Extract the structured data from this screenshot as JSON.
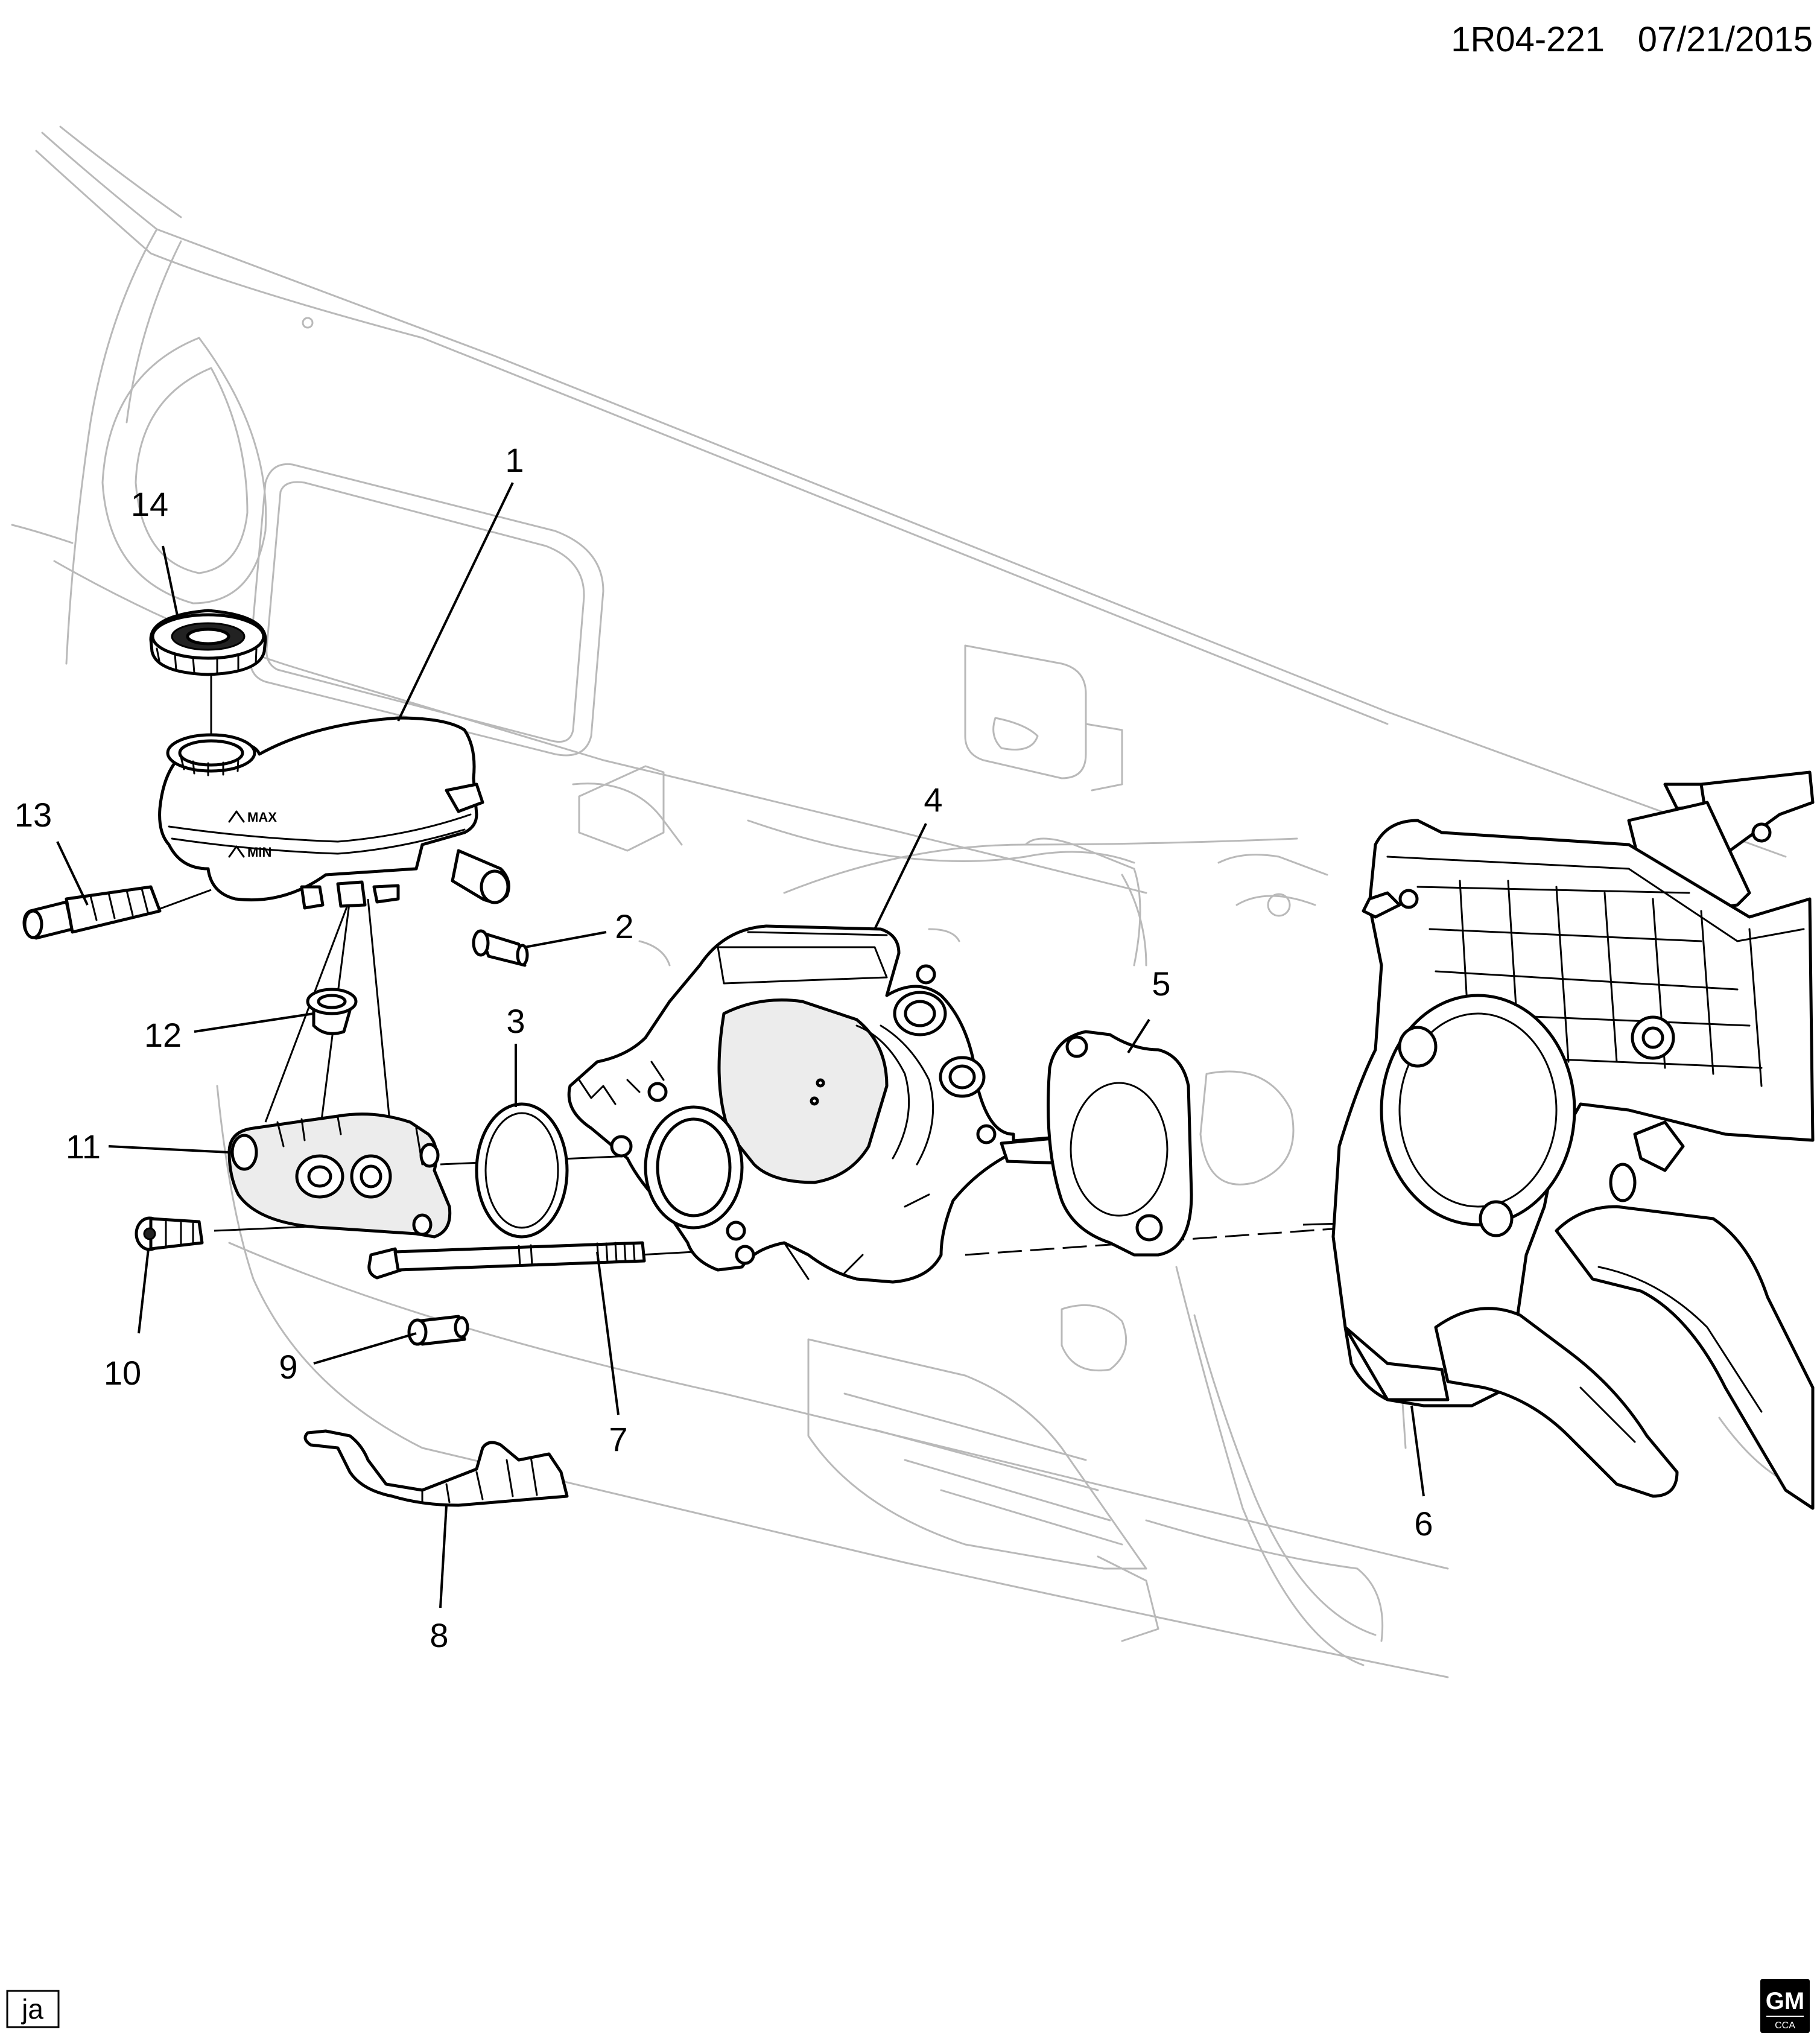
{
  "header": {
    "diagram_id": "1R04-221",
    "date": "07/21/2015"
  },
  "footer": {
    "author_code": "ja",
    "logo": {
      "brand": "GM",
      "sub": "CCA"
    }
  },
  "reservoir_labels": {
    "max": "MAX",
    "min": "MIN"
  },
  "callouts": [
    "1",
    "2",
    "3",
    "4",
    "5",
    "6",
    "7",
    "8",
    "9",
    "10",
    "11",
    "12",
    "13",
    "14"
  ]
}
